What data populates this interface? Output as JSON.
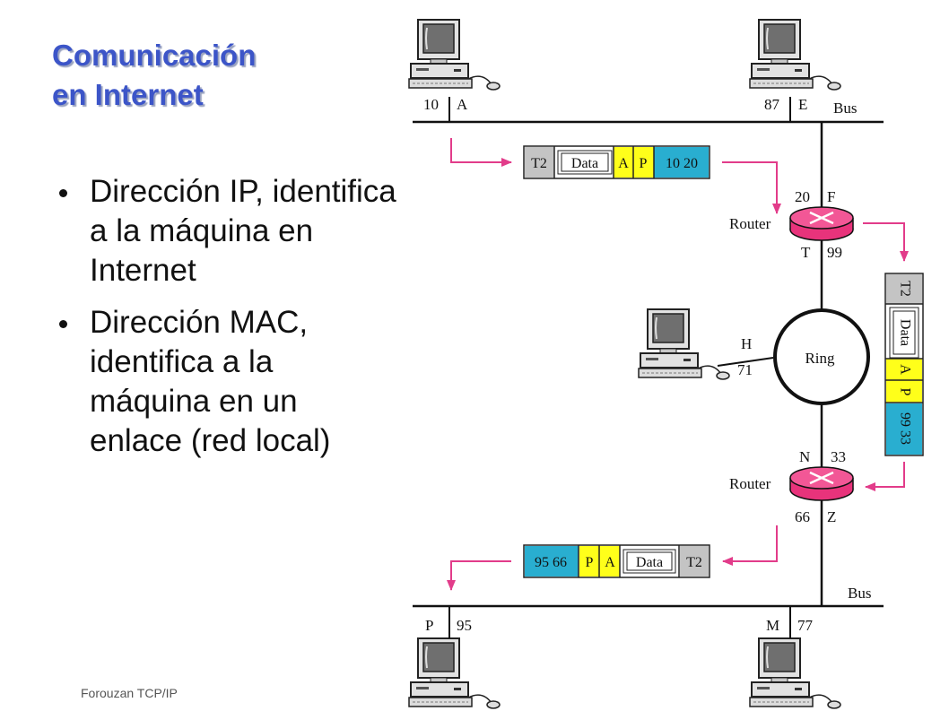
{
  "title": {
    "line1": "Comunicación",
    "line2": "en Internet"
  },
  "bullets": [
    "Dirección IP, identifica a la máquina en Internet",
    "Dirección MAC, identifica a la máquina en un enlace (red local)"
  ],
  "footer": "Forouzan TCP/IP",
  "colors": {
    "title": "#3c55c8",
    "arrow": "#e23c8a",
    "router": "#e8337b",
    "header_gray": "#c4c4c4",
    "ip_yellow": "#ffff1a",
    "phys_blue": "#29aed0"
  },
  "diagram": {
    "top_bus_label": "Bus",
    "bottom_bus_label": "Bus",
    "ring_label": "Ring",
    "router1_label": "Router",
    "router2_label": "Router",
    "host_a": {
      "phys": "10",
      "logical": "A"
    },
    "host_e": {
      "phys": "87",
      "logical": "E"
    },
    "host_h": {
      "logical": "H",
      "phys": "71"
    },
    "host_p": {
      "logical": "P",
      "phys": "95"
    },
    "host_m": {
      "logical": "M",
      "phys": "77"
    },
    "router1_top": {
      "phys": "20",
      "logical": "F"
    },
    "router1_bottom": {
      "logical": "T",
      "phys": "99"
    },
    "router2_top": {
      "logical": "N",
      "phys": "33"
    },
    "router2_bottom": {
      "phys": "66",
      "logical": "Z"
    },
    "packet1": {
      "trailer": "T2",
      "data": "Data",
      "ip_src": "A",
      "ip_dst": "P",
      "phys": "10 20"
    },
    "packet2": {
      "trailer": "T2",
      "data": "Data",
      "ip_src": "A",
      "ip_dst": "P",
      "phys": "99 33"
    },
    "packet3": {
      "phys": "95 66",
      "ip_dst": "P",
      "ip_src": "A",
      "data": "Data",
      "trailer": "T2"
    }
  }
}
